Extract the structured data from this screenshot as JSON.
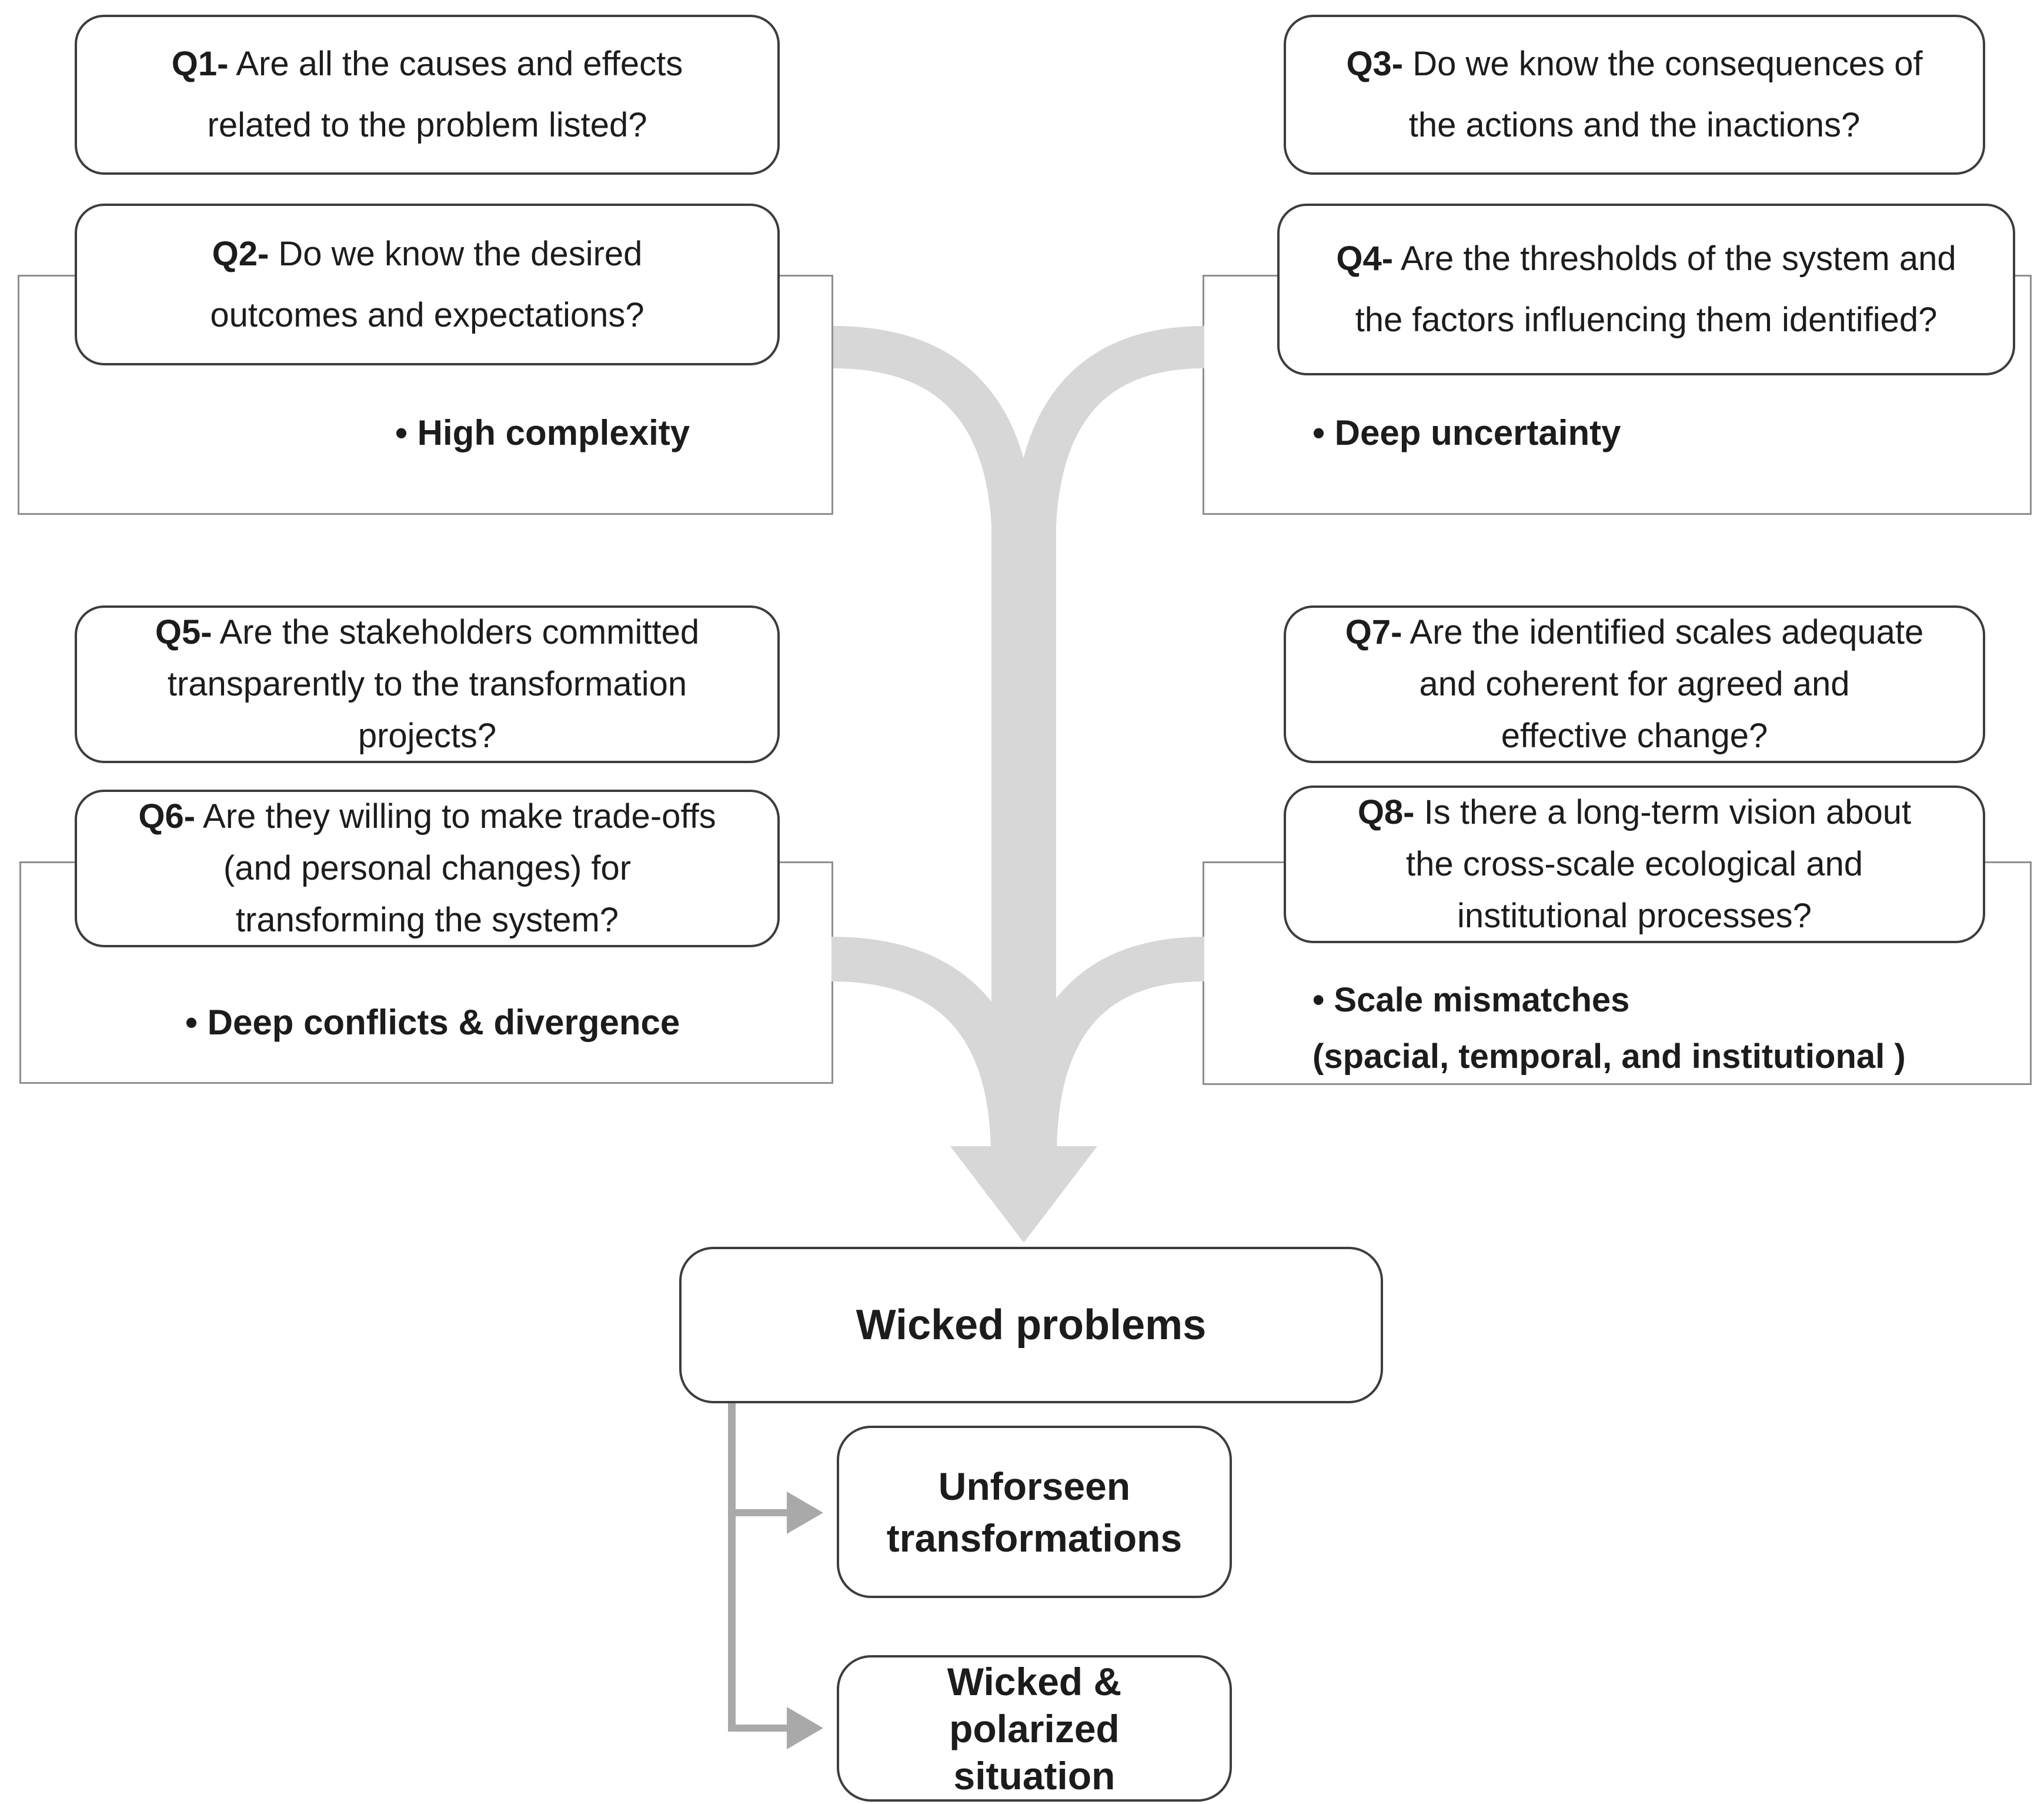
{
  "colors": {
    "band": "#d7d7d7",
    "connector": "#a9a9a9",
    "box_border": "#3d3d3d",
    "container_border": "#8f8f8f",
    "text": "#1c1c1c"
  },
  "questions": {
    "q1": {
      "prefix": "Q1-",
      "line1": "Are all the causes and effects",
      "line2": "related to the problem listed?"
    },
    "q2": {
      "prefix": "Q2-",
      "line1": "Do we know the desired",
      "line2": "outcomes and expectations?"
    },
    "q3": {
      "prefix": "Q3-",
      "line1": "Do we know the consequences of",
      "line2": "the actions and the inactions?"
    },
    "q4": {
      "prefix": "Q4-",
      "line1": "Are the thresholds of the system and",
      "line2": "the factors influencing them identified?"
    },
    "q5": {
      "prefix": "Q5-",
      "line1": "Are the stakeholders committed",
      "line2": "transparently to the transformation",
      "line3": "projects?"
    },
    "q6": {
      "prefix": "Q6-",
      "line1": "Are they willing to make trade-offs",
      "line2": "(and personal changes) for",
      "line3": "transforming the system?"
    },
    "q7": {
      "prefix": "Q7-",
      "line1": "Are the identified scales adequate",
      "line2": "and coherent for agreed and",
      "line3": "effective change?"
    },
    "q8": {
      "prefix": "Q8-",
      "line1": "Is there a long-term vision about",
      "line2": "the cross-scale ecological and",
      "line3": "institutional processes?"
    }
  },
  "labels": {
    "high_complexity": "• High complexity",
    "deep_uncertainty": "• Deep uncertainty",
    "deep_conflicts": "• Deep conflicts & divergence",
    "scale_mismatches_line1": "• Scale mismatches",
    "scale_mismatches_line2": "(spacial, temporal, and institutional )"
  },
  "outcomes": {
    "wicked_problems": "Wicked problems",
    "unforseen_line1": "Unforseen",
    "unforseen_line2": "transformations",
    "polarized_line1": "Wicked &",
    "polarized_line2": "polarized",
    "polarized_line3": "situation"
  }
}
